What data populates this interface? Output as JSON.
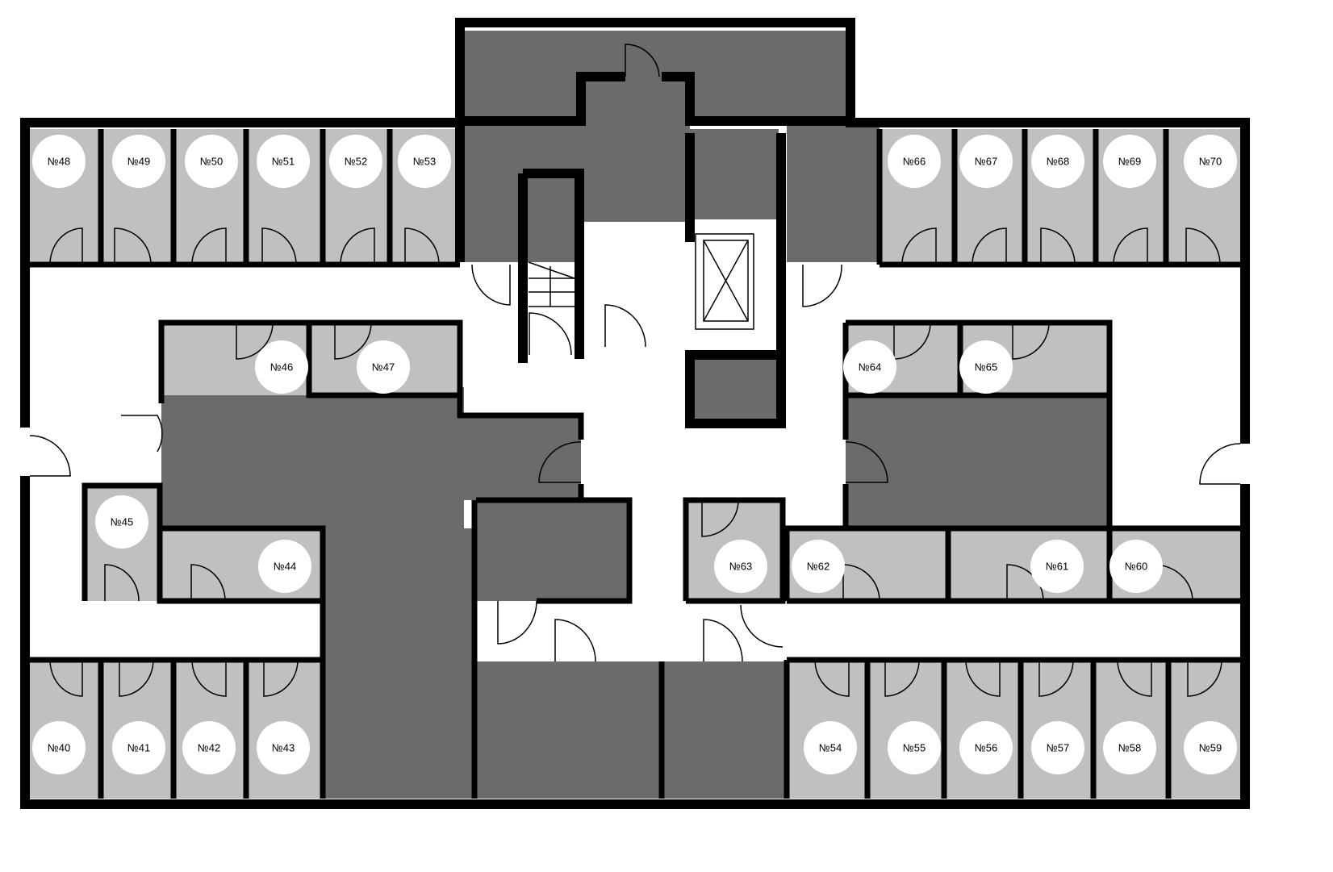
{
  "plan": {
    "title": "Floor plan",
    "colors": {
      "unit": "#c0c0c0",
      "common": "#6b6b6b",
      "wall": "#000000",
      "label_bg": "#ffffff"
    },
    "units": [
      {
        "label": "№48"
      },
      {
        "label": "№49"
      },
      {
        "label": "№50"
      },
      {
        "label": "№51"
      },
      {
        "label": "№52"
      },
      {
        "label": "№53"
      },
      {
        "label": "№66"
      },
      {
        "label": "№67"
      },
      {
        "label": "№68"
      },
      {
        "label": "№69"
      },
      {
        "label": "№70"
      },
      {
        "label": "№46"
      },
      {
        "label": "№47"
      },
      {
        "label": "№64"
      },
      {
        "label": "№65"
      },
      {
        "label": "№45"
      },
      {
        "label": "№44"
      },
      {
        "label": "№63"
      },
      {
        "label": "№62"
      },
      {
        "label": "№61"
      },
      {
        "label": "№60"
      },
      {
        "label": "№40"
      },
      {
        "label": "№41"
      },
      {
        "label": "№42"
      },
      {
        "label": "№43"
      },
      {
        "label": "№54"
      },
      {
        "label": "№55"
      },
      {
        "label": "№56"
      },
      {
        "label": "№57"
      },
      {
        "label": "№58"
      },
      {
        "label": "№59"
      }
    ]
  }
}
